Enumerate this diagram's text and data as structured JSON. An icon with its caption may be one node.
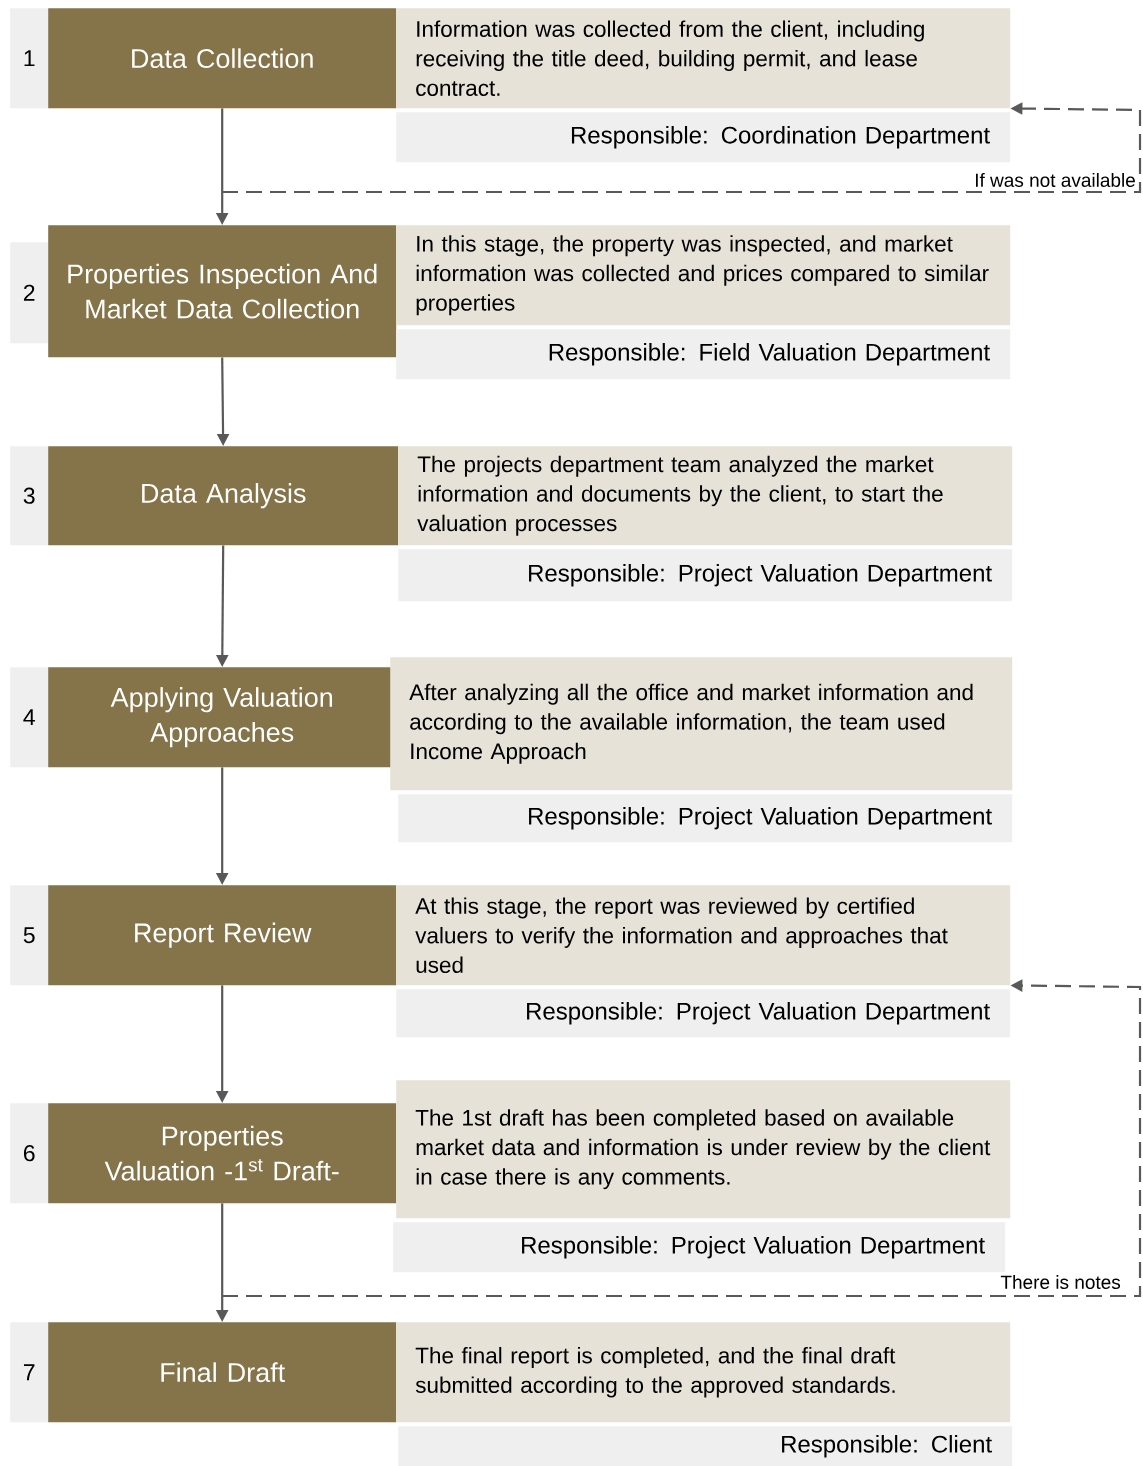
{
  "diagram": {
    "nodes": [
      {
        "text": [
          "1"
        ]
      },
      {
        "text": [
          "Data Collection"
        ]
      },
      {
        "text": [
          "Information was collected from the client, including receiving the title deed, building permit, and lease contract."
        ]
      },
      {
        "text": [
          "Responsible: Coordination Department"
        ]
      },
      {
        "text": [
          "2"
        ]
      },
      {
        "text": [
          "Properties Inspection And Market Data Collection"
        ]
      },
      {
        "text": [
          "In this stage, the property was inspected, and market information was collected and prices compared to similar properties"
        ]
      },
      {
        "text": [
          "Responsible: Field Valuation Department"
        ]
      },
      {
        "text": [
          "3"
        ]
      },
      {
        "text": [
          "Data Analysis"
        ]
      },
      {
        "text": [
          "The projects department team analyzed the market information and documents by the client, to start the valuation processes"
        ]
      },
      {
        "text": [
          "Responsible: Project Valuation Department"
        ]
      },
      {
        "text": [
          "4"
        ]
      },
      {
        "text": [
          "Applying Valuation Approaches"
        ]
      },
      {
        "text": [
          "After analyzing all the office and market information and according to the available information, the team used Income Approach"
        ]
      },
      {
        "text": [
          "Responsible: Project Valuation Department"
        ]
      },
      {
        "text": [
          "5"
        ]
      },
      {
        "text": [
          "Report Review"
        ]
      },
      {
        "text": [
          "At this stage, the report was reviewed by certified valuers to verify the information and approaches that used"
        ]
      },
      {
        "text": [
          "Responsible: Project Valuation Department"
        ]
      },
      {
        "text": [
          "6"
        ]
      },
      {
        "text": [
          "Properties Valuation -1$^{st}$ Draft-"
        ]
      },
      {
        "text": [
          "The 1st draft has been completed based on available market data and information is under review by the client in case there is any comments."
        ]
      },
      {
        "text": [
          "Responsible: Project Valuation Department"
        ]
      },
      {
        "text": [
          "7"
        ]
      },
      {
        "text": [
          "Final Draft"
        ]
      },
      {
        "text": [
          "The final report is completed, and the final draft submitted according to the approved standards."
        ]
      },
      {
        "text": [
          "Responsible: Client"
        ]
      }
    ],
    "edges": [
      {
        "from": 1,
        "to": 5,
        "arrow": "to"
      },
      {
        "from": 5,
        "to": 9,
        "arrow": "to"
      },
      {
        "from": 9,
        "to": 13,
        "arrow": "to"
      },
      {
        "from": 13,
        "to": 17,
        "arrow": "to"
      },
      {
        "from": 17,
        "to": 21,
        "arrow": "to"
      },
      {
        "from": 21,
        "to": 25,
        "arrow": "to"
      },
      {
        "from": null,
        "to": 2,
        "arrow": "to",
        "style": "dashed",
        "label": "If was not available"
      },
      {
        "from": null,
        "to": 18,
        "arrow": "to",
        "style": "dashed",
        "label": "There is notes"
      }
    ]
  }
}
